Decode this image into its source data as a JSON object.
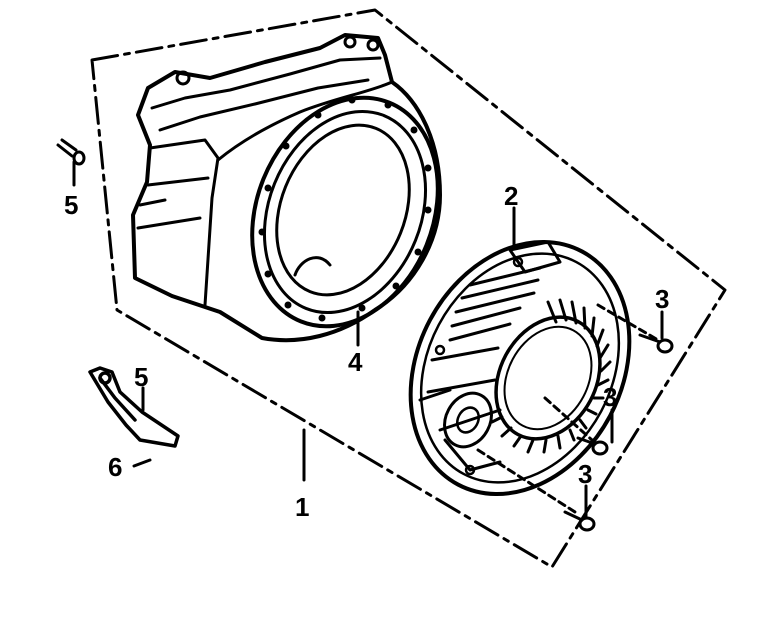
{
  "callouts": {
    "c1": "1",
    "c2": "2",
    "c3a": "3",
    "c3b": "3",
    "c3c": "3",
    "c4": "4",
    "c5a": "5",
    "c5b": "5",
    "c6": "6"
  },
  "colors": {
    "ink": "#000000",
    "paper": "#ffffff"
  }
}
